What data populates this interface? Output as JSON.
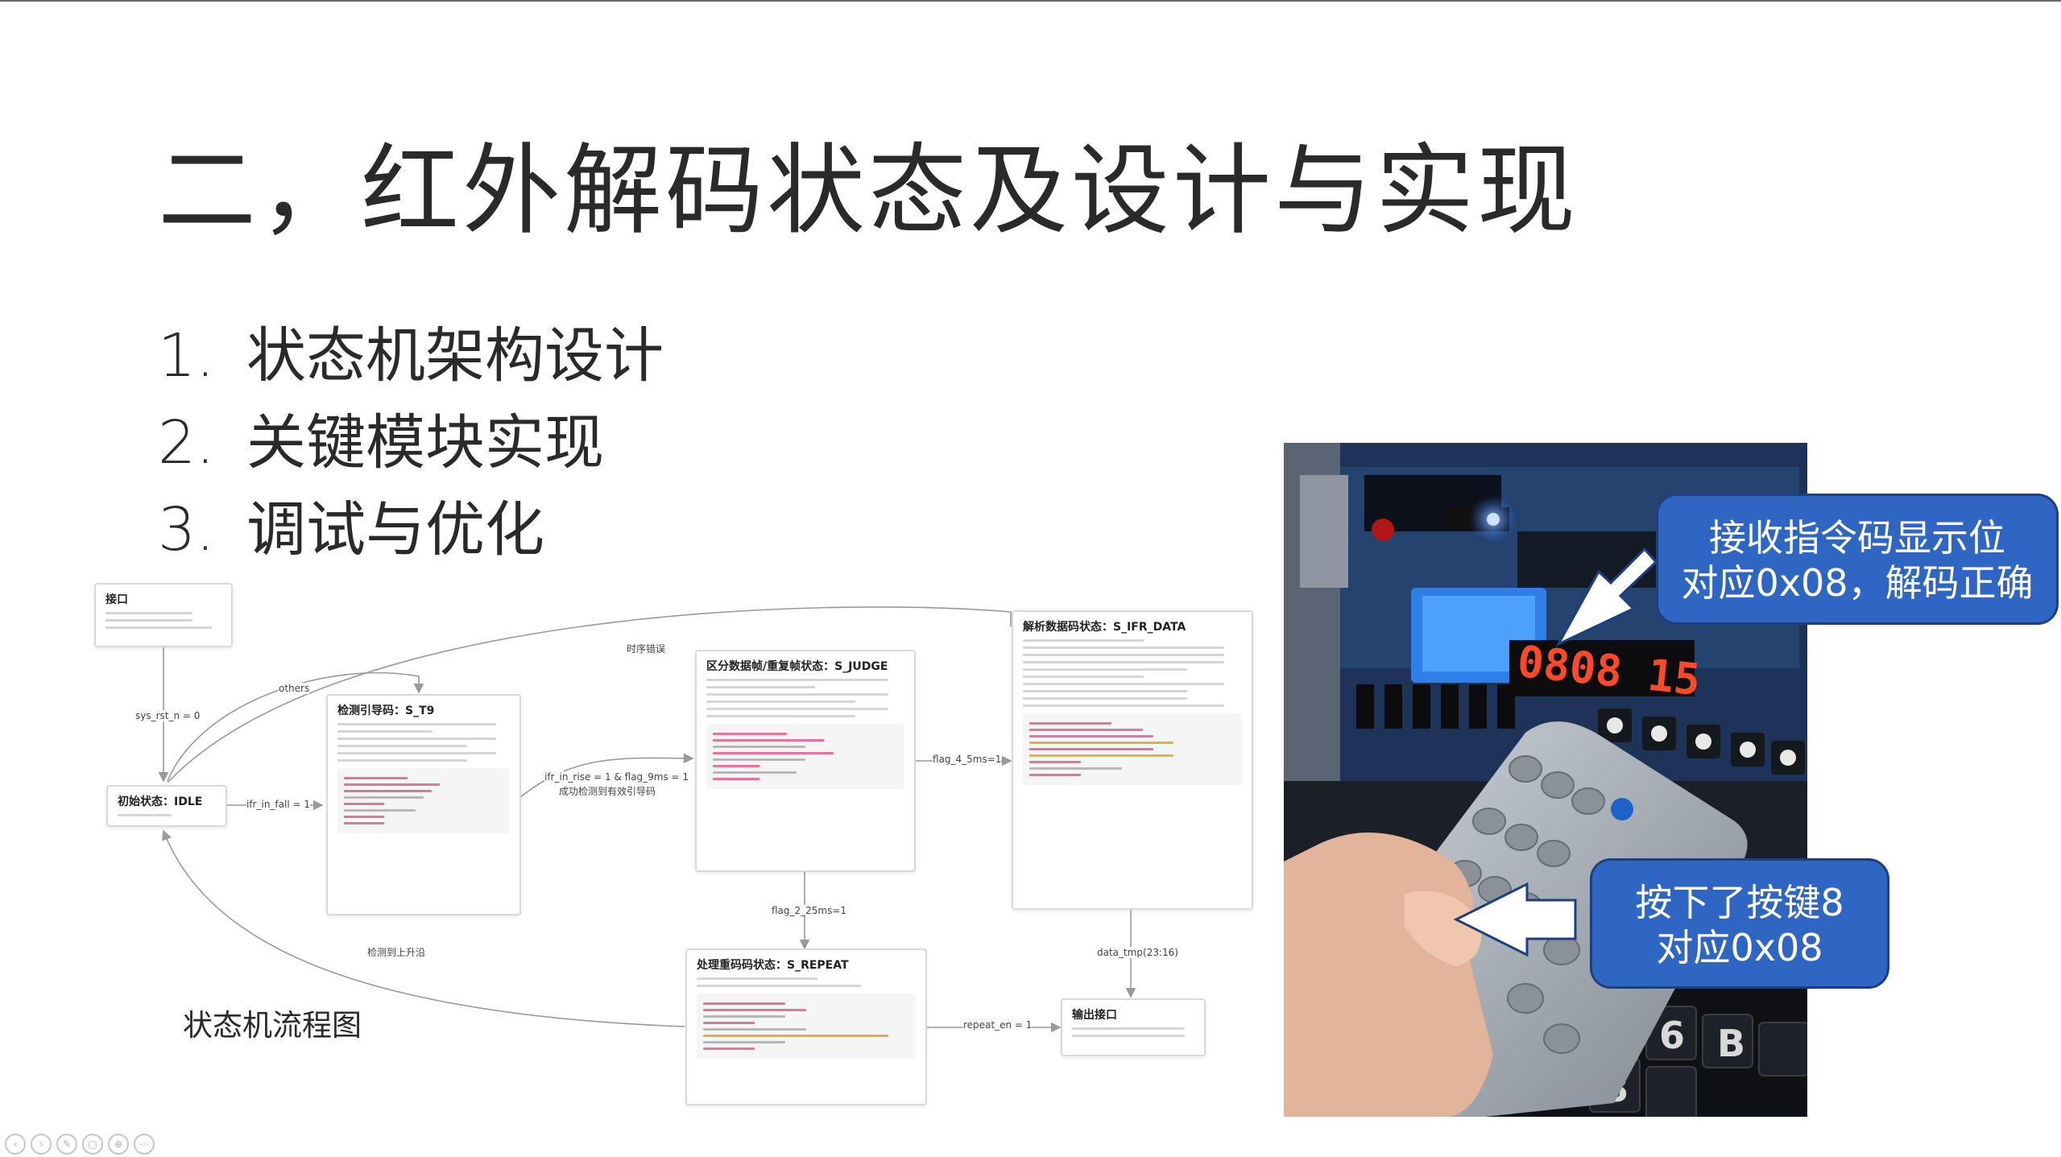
{
  "slide": {
    "title": "二，红外解码状态及设计与实现",
    "agenda": [
      {
        "num": "1.",
        "label": "状态机架构设计"
      },
      {
        "num": "2.",
        "label": "关键模块实现"
      },
      {
        "num": "3.",
        "label": "调试与优化"
      }
    ],
    "caption": "状态机流程图"
  },
  "flowchart": {
    "nodes": {
      "interface": {
        "title": "接口"
      },
      "idle": {
        "title": "初始状态：IDLE"
      },
      "s_t9": {
        "title": "检测引导码：S_T9"
      },
      "s_judge": {
        "title": "区分数据帧/重复帧状态：S_JUDGE"
      },
      "s_ifr_data": {
        "title": "解析数据码状态：S_IFR_DATA"
      },
      "s_repeat": {
        "title": "处理重码码状态：S_REPEAT"
      },
      "output": {
        "title": "输出接口"
      }
    },
    "edges": {
      "reset": "sys_rst_n = 0",
      "others": "others",
      "timing_error": "时序错误",
      "fall": "ifr_in_fall = 1",
      "rise_9ms": "ifr_in_rise = 1 & flag_9ms = 1",
      "lead_ok": "成功检测到有效引导码",
      "f45": "flag_4_5ms=1",
      "f225": "flag_2_25ms=1",
      "rise_detect": "检测到上升沿",
      "data_bits": "data_tmp(23:16)",
      "repeat_en": "repeat_en = 1"
    }
  },
  "photo": {
    "led_display": "0808 15",
    "callouts": [
      {
        "lines": [
          "接收指令码显示位",
          "对应0x08，解码正确"
        ]
      },
      {
        "lines": [
          "按下了按键8",
          "对应0x08"
        ]
      }
    ]
  },
  "toolbar": {
    "buttons": [
      {
        "icon": "prev-icon",
        "glyph": "‹"
      },
      {
        "icon": "next-icon",
        "glyph": "›"
      },
      {
        "icon": "pen-icon",
        "glyph": "✎"
      },
      {
        "icon": "slides-icon",
        "glyph": "▢"
      },
      {
        "icon": "zoom-icon",
        "glyph": "⊕"
      },
      {
        "icon": "more-icon",
        "glyph": "⋯"
      }
    ]
  }
}
